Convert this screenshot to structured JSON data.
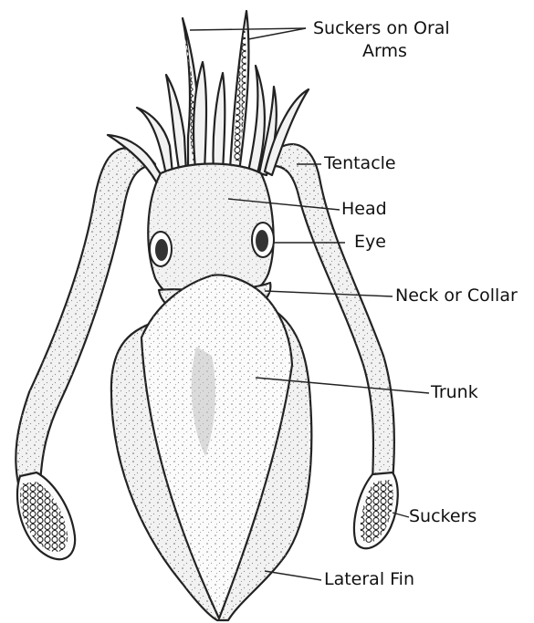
{
  "labels": {
    "suckers_oral_arms_line1": "Suckers on Oral",
    "suckers_oral_arms_line2": "Arms",
    "tentacle": "Tentacle",
    "head": "Head",
    "eye": "Eye",
    "neck_collar": "Neck or Collar",
    "trunk": "Trunk",
    "suckers": "Suckers",
    "lateral_fin": "Lateral Fin"
  },
  "colors": {
    "ink": "#222222",
    "body_fill": "#f2f2f2",
    "background": "#ffffff"
  }
}
